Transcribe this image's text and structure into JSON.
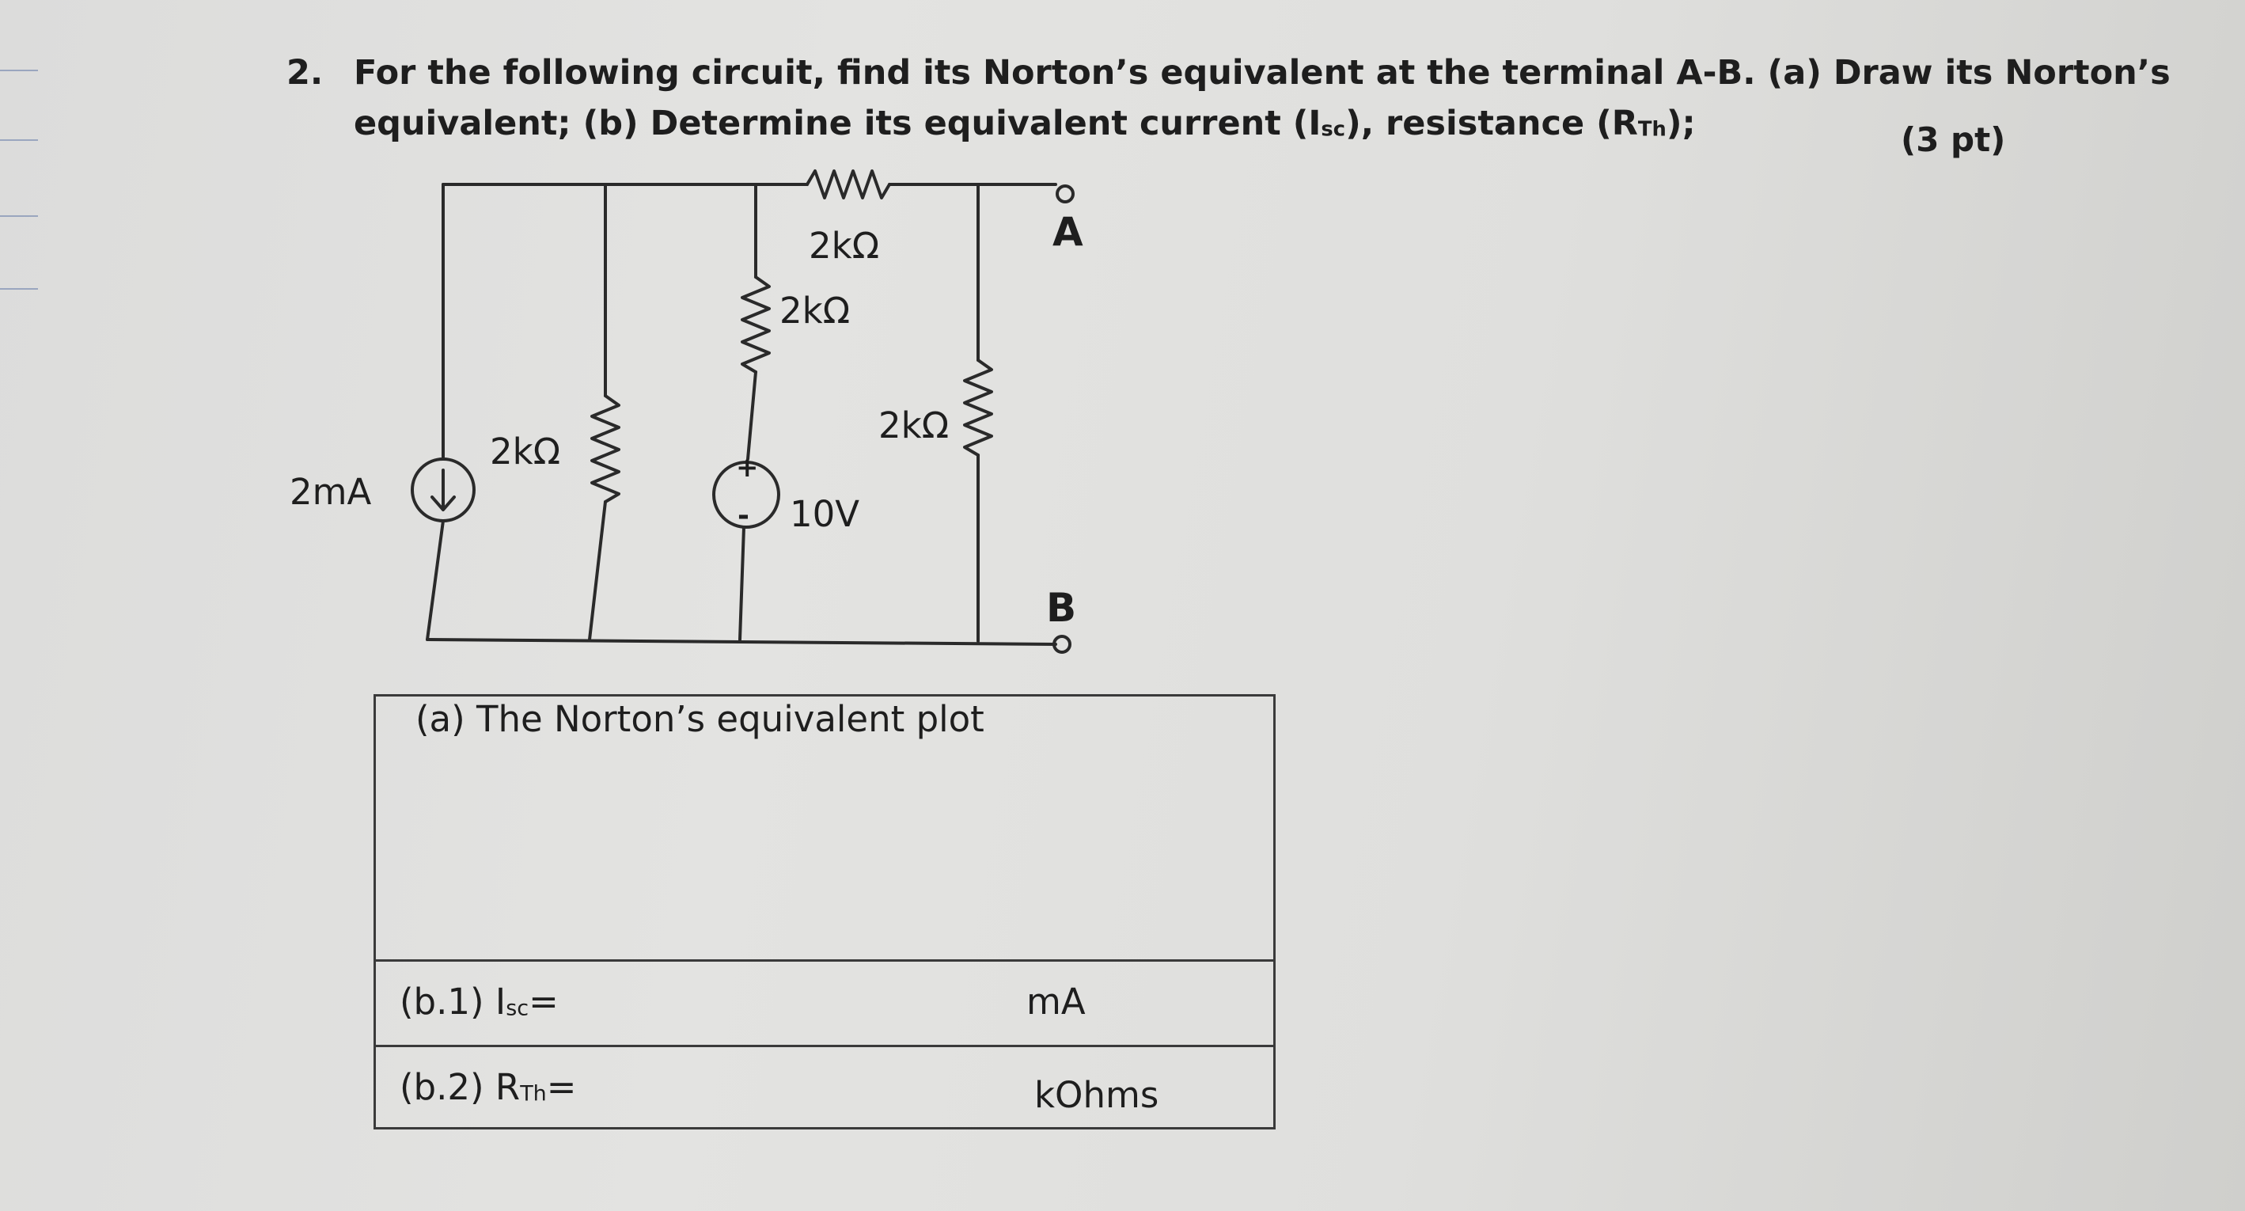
{
  "question": {
    "number": "2.",
    "line1": "For the following circuit, find its Norton’s equivalent at the terminal A-B. (a) Draw its Norton’s",
    "line2_prefix": "equivalent; (b) Determine its equivalent current (I",
    "line2_sub1": "sc",
    "line2_mid": "), resistance (R",
    "line2_sub2": "Th",
    "line2_suffix": ");",
    "points": "(3 pt)"
  },
  "circuit": {
    "current_source": "2mA",
    "r_shunt": "2kΩ",
    "r_top": "2kΩ",
    "r_series": "2kΩ",
    "voltage_source": "10V",
    "vs_plus": "+",
    "vs_minus": "-",
    "r_output": "2kΩ",
    "terminal_a": "A",
    "terminal_b": "B"
  },
  "answers": {
    "plot_title": "(a) The Norton’s equivalent plot",
    "isc_prefix": "(b.1) I",
    "isc_sub": "sc",
    "isc_eq": "=",
    "isc_unit": "mA",
    "rth_prefix": "(b.2) R",
    "rth_sub": "Th",
    "rth_eq": "=",
    "rth_unit": "kOhms"
  }
}
